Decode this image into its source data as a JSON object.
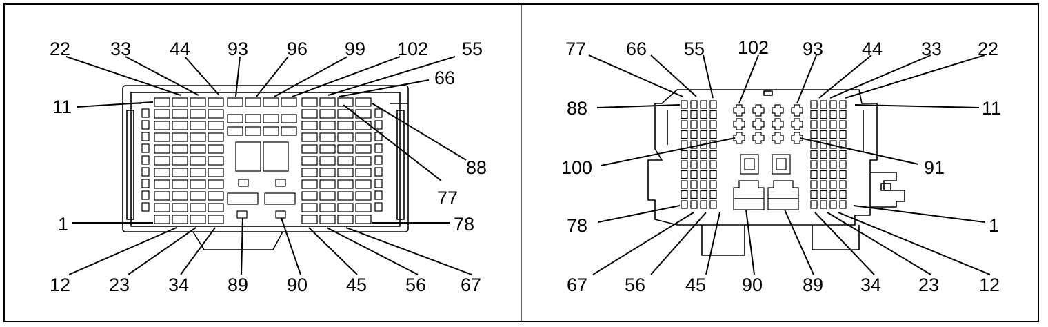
{
  "views": [
    {
      "name": "left-view",
      "labels": [
        "22",
        "33",
        "44",
        "93",
        "96",
        "99",
        "102",
        "55",
        "66",
        "11",
        "88",
        "77",
        "1",
        "78",
        "12",
        "23",
        "34",
        "89",
        "90",
        "45",
        "56",
        "67"
      ]
    },
    {
      "name": "right-view",
      "labels": [
        "77",
        "66",
        "55",
        "102",
        "93",
        "44",
        "33",
        "22",
        "88",
        "11",
        "100",
        "91",
        "78",
        "1",
        "67",
        "56",
        "45",
        "90",
        "89",
        "34",
        "23",
        "12"
      ]
    }
  ]
}
